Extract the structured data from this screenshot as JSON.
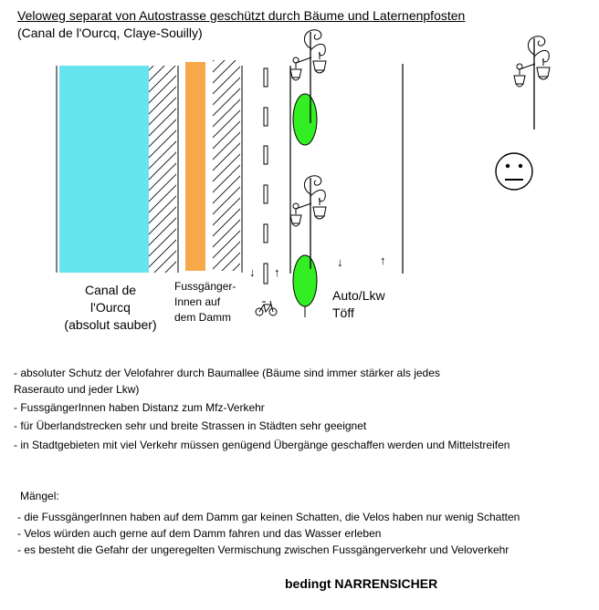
{
  "header": {
    "title": "Veloweg separat von Autostrasse geschützt durch Bäume und Laternenpfosten",
    "subtitle": "(Canal de l'Ourcq, Claye-Souilly)"
  },
  "diagram": {
    "canal_label": [
      "Canal de",
      "l'Ourcq",
      "(absolut sauber)"
    ],
    "pedestrian_label": [
      "Fussgänger-",
      "Innen auf",
      "dem Damm"
    ],
    "traffic_label": [
      "Auto/Lkw",
      "Töff"
    ],
    "arrows": {
      "down": "↓",
      "up": "↑"
    },
    "colors": {
      "canal": "#66e5f0",
      "embankment": "#f7a84b",
      "tree": "#33ee22"
    },
    "icons": [
      "bicycle-icon",
      "street-lamp-icon",
      "tree-icon",
      "neutral-face-icon"
    ]
  },
  "advantages": [
    " - absoluter Schutz der Velofahrer durch Baumallee (Bäume sind immer stärker als jedes",
    "  Raserauto und jeder Lkw)",
    "  - FussgängerInnen haben Distanz zum Mfz-Verkehr",
    " - für Überlandstrecken sehr und breite Strassen  in Städten sehr geeignet",
    "- in Stadtgebieten mit viel Verkehr müssen genügend Übergänge geschaffen werden und Mittelstreifen"
  ],
  "deficits": {
    "title": "Mängel:",
    "items": [
      " - die FussgängerInnen haben auf dem Damm gar keinen Schatten, die Velos haben nur wenig Schatten",
      " - Velos würden auch gerne auf dem Damm fahren und das Wasser erleben",
      " - es besteht die Gefahr der ungeregelten Vermischung zwischen Fussgängerverkehr und Veloverkehr"
    ]
  },
  "verdict": "bedingt NARRENSICHER"
}
